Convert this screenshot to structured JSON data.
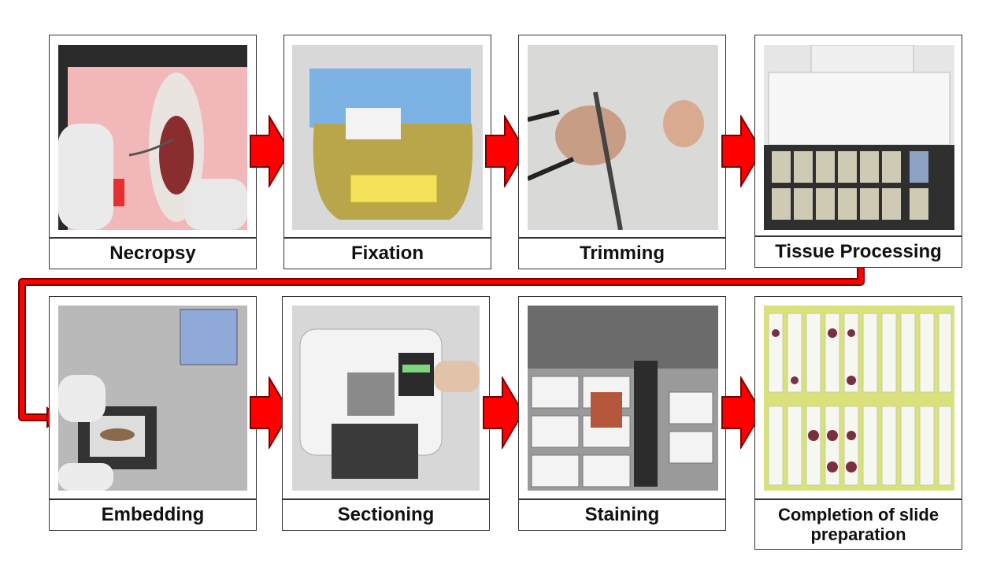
{
  "steps": [
    {
      "label": "Necropsy",
      "photo": "necropsy-photo"
    },
    {
      "label": "Fixation",
      "photo": "fixation-photo"
    },
    {
      "label": "Trimming",
      "photo": "trimming-photo"
    },
    {
      "label": "Tissue  Processing",
      "photo": "tissue-processor-photo"
    },
    {
      "label": "Embedding",
      "photo": "embedding-photo"
    },
    {
      "label": "Sectioning",
      "photo": "microtome-photo"
    },
    {
      "label": "Staining",
      "photo": "staining-photo"
    },
    {
      "label": "Completion of slide preparation",
      "photo": "slides-photo"
    }
  ],
  "colors": {
    "arrow_fill": "#ff0000",
    "arrow_stroke": "#7a0000",
    "border": "#333333"
  }
}
